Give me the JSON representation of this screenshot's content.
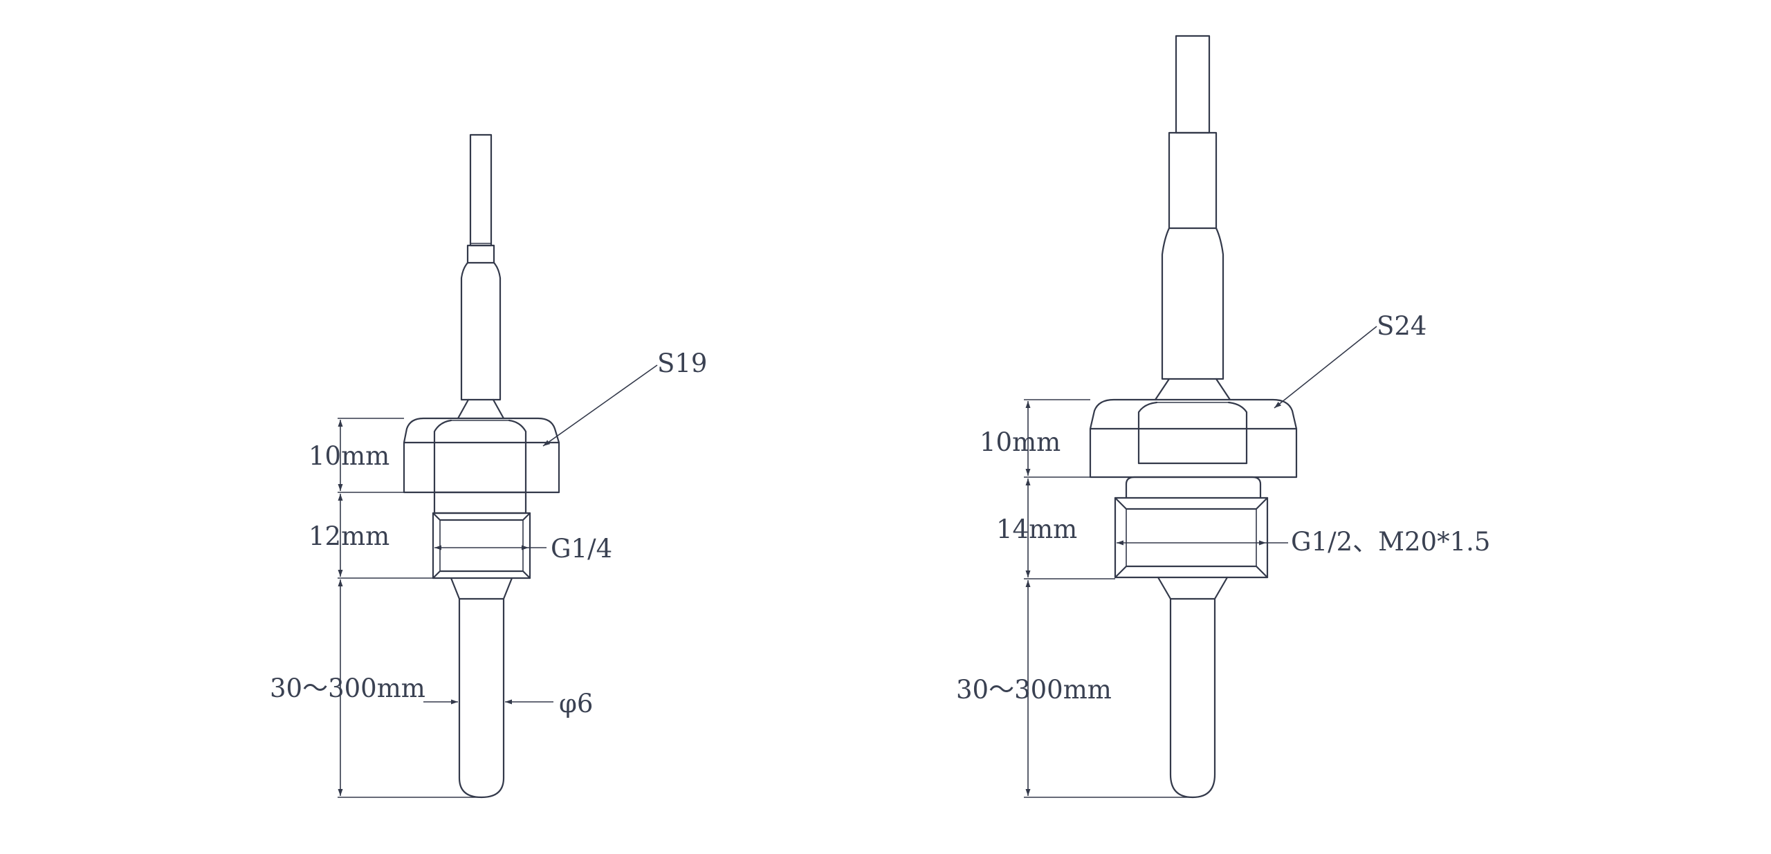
{
  "left_sensor": {
    "hex_size": "S19",
    "hex_height": "10mm",
    "thread_length": "12mm",
    "thread": "G1/4",
    "probe_length": "30～300mm",
    "probe_diameter": "φ6"
  },
  "right_sensor": {
    "hex_size": "S24",
    "hex_height": "10mm",
    "thread_length": "14mm",
    "thread": "G1/2、M20*1.5",
    "probe_length": "30～300mm"
  },
  "colors": {
    "line": "#33394a",
    "text": "#3a4152",
    "background": "#ffffff"
  }
}
